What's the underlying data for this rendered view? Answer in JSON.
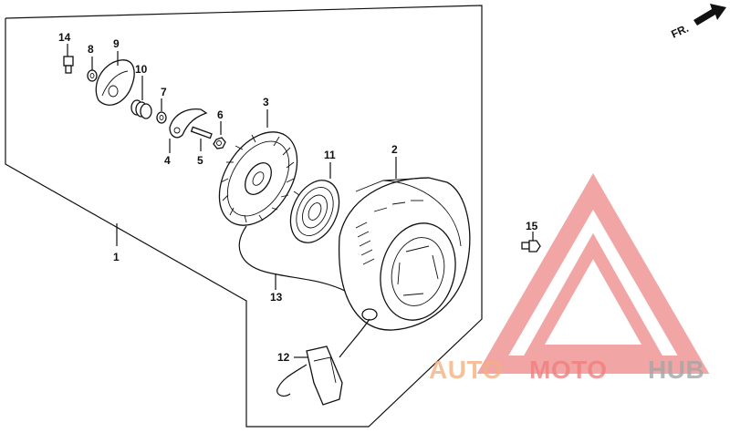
{
  "direction_label": "FR.",
  "callouts": {
    "p1": "1",
    "p2": "2",
    "p3": "3",
    "p4": "4",
    "p5": "5",
    "p6": "6",
    "p7": "7",
    "p8": "8",
    "p9": "9",
    "p10": "10",
    "p11": "11",
    "p12": "12",
    "p13": "13",
    "p14": "14",
    "p15": "15"
  },
  "watermark": {
    "part1": "AUTO",
    "part2": "MOTO",
    "part3": "HUB",
    "color_orange": "#f4b183",
    "color_red": "#f08080",
    "color_gray": "#a6a6a6"
  }
}
